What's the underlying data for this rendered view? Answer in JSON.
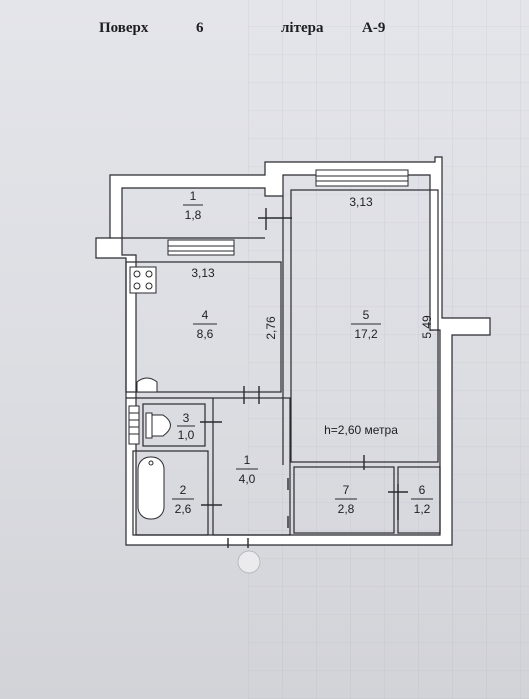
{
  "header": {
    "floor_label": "Поверх",
    "floor_number": "6",
    "letter_label": "літера",
    "letter_value": "А-9"
  },
  "rooms": [
    {
      "number": "1",
      "area": "1,8"
    },
    {
      "number": "4",
      "area": "8,6"
    },
    {
      "number": "5",
      "area": "17,2"
    },
    {
      "number": "3",
      "area": "1,0"
    },
    {
      "number": "1",
      "area": "4,0"
    },
    {
      "number": "2",
      "area": "2,6"
    },
    {
      "number": "7",
      "area": "2,8"
    },
    {
      "number": "6",
      "area": "1,2"
    }
  ],
  "dimensions": {
    "room5_width": "3,13",
    "room4_width": "3,13",
    "room4_depth": "2,76",
    "room5_depth": "5,49"
  },
  "ceiling_height": "h=2,60 метра",
  "colors": {
    "paper": "#e2e3e8",
    "wall": "#ffffff",
    "line": "#2a2a30"
  }
}
